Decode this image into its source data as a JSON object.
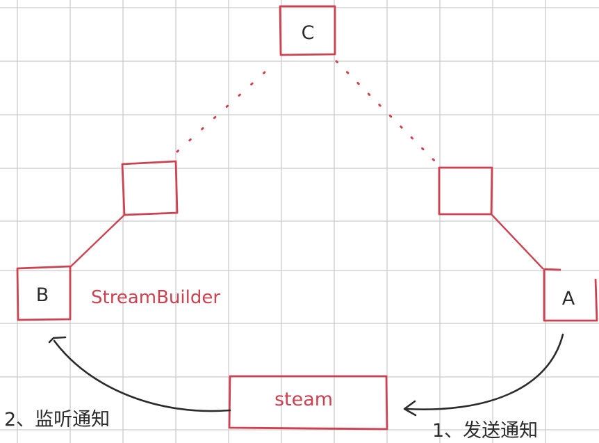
{
  "nodes": {
    "c": "C",
    "b": "B",
    "a": "A",
    "stream": "steam"
  },
  "labels": {
    "stream_builder": "StreamBuilder",
    "step_listen": "2、监听通知",
    "step_send": "1、发送通知"
  },
  "colors": {
    "grid": "#c9c9cc",
    "box": "#cc4250",
    "ink": "#2b2b2b",
    "accent_text": "#cc4250"
  }
}
